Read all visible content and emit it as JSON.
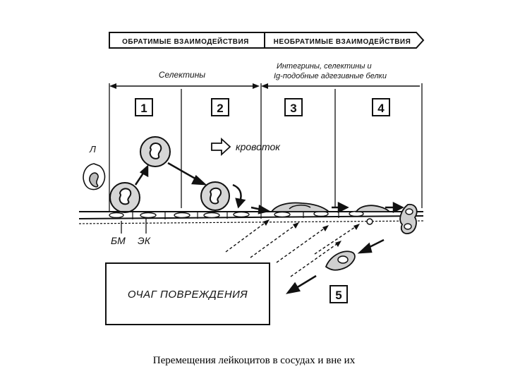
{
  "header": {
    "reversible": "ОБРАТИМЫЕ ВЗАИМОДЕЙСТВИЯ",
    "irreversible": "НЕОБРАТИМЫЕ ВЗАИМОДЕЙСТВИЯ"
  },
  "labels": {
    "selectins": "Селектины",
    "integrins_line1": "Интегрины, селектины   и",
    "integrins_line2": "Ig-подобные адгезивные белки",
    "bloodflow": "кровоток",
    "leukocyte": "Л",
    "bm": "БМ",
    "ek": "ЭК",
    "injury": "ОЧАГ ПОВРЕЖДЕНИЯ"
  },
  "stages": [
    "1",
    "2",
    "3",
    "4",
    "5"
  ],
  "caption": "Перемещения лейкоцитов в сосудах и вне их"
}
